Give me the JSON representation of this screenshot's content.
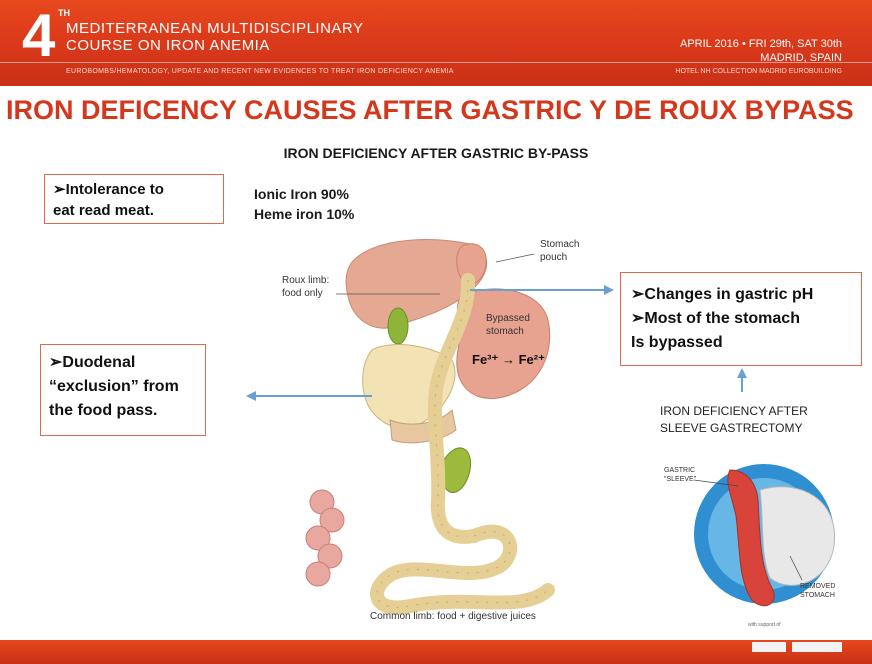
{
  "header": {
    "edition_number": "4",
    "edition_suffix": "TH",
    "conference_line1": "MEDITERRANEAN MULTIDISCIPLINARY",
    "conference_line2": "COURSE ON IRON ANEMIA",
    "conference_line3": "EUROBOMBS/HEMATOLOGY, UPDATE AND RECENT NEW EVIDENCES TO TREAT IRON DEFICIENCY ANEMIA",
    "date_line1": "APRIL 2016 • FRI 29th, SAT 30th",
    "date_line2": "MADRID, SPAIN",
    "venue": "HOTEL NH COLLECTION MADRID EUROBUILDING"
  },
  "slide": {
    "title": "IRON DEFICENCY CAUSES  AFTER GASTRIC Y DE ROUX BYPASS",
    "subtitle": "IRON DEFICIENCY AFTER GASTRIC BY-PASS",
    "box_left_top_line1": "➢Intolerance to",
    "box_left_top_line2": "eat read meat.",
    "ionic_iron": "Ionic Iron 90%",
    "heme_iron": "Heme iron 10%",
    "box_left_line1": "➢Duodenal",
    "box_left_line2": "“exclusion” from",
    "box_left_line3": "the food pass.",
    "box_right_line1": "➢Changes in gastric pH",
    "box_right_line2": "➢Most of the stomach",
    "box_right_line3": "Is bypassed",
    "sleeve_title_line1": "IRON DEFICIENCY AFTER",
    "sleeve_title_line2": "SLEEVE GASTRECTOMY"
  },
  "diagram_labels": {
    "stomach_pouch_1": "Stomach",
    "stomach_pouch_2": "pouch",
    "roux_limb_1": "Roux limb:",
    "roux_limb_2": "food only",
    "bypassed_1": "Bypassed",
    "bypassed_2": "stomach",
    "fe_reaction": "Fe³⁺ → Fe²⁺",
    "common_limb": "Common limb: food + digestive juices",
    "gastric_sleeve_1": "GASTRIC",
    "gastric_sleeve_2": "\"SLEEVE\"",
    "removed_1": "REMOVED",
    "removed_2": "STOMACH"
  },
  "footer": {
    "sponsor_label": "with support of"
  },
  "colors": {
    "brand_red": "#d4371c",
    "box_border": "#e06a4c",
    "arrow_blue": "#6a9fd4"
  }
}
